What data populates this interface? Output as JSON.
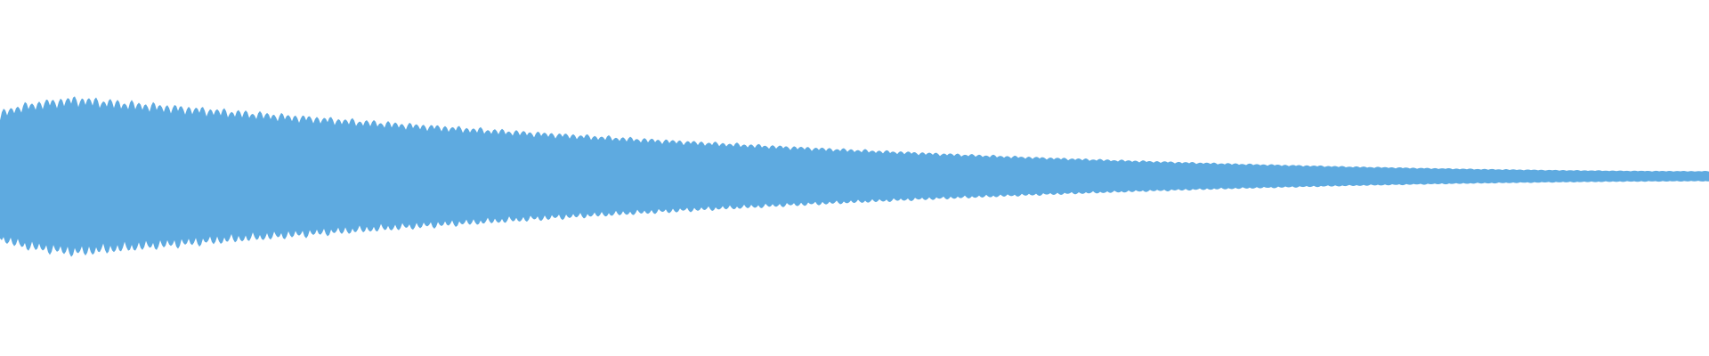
{
  "waveform": {
    "color": "#5eaae0",
    "background": "#ffffff",
    "shape": "decaying-oscillation",
    "peak_amplitude": 0.5,
    "end_amplitude": 0.03
  }
}
